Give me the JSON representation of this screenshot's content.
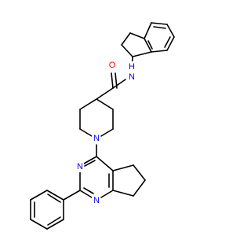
{
  "molecule": {
    "atom_labels": {
      "amide_oxygen": "O",
      "amide_nitrogen_h": "H",
      "amide_nitrogen": "N",
      "piperidine_nitrogen": "N",
      "pyrimidine_n3": "N",
      "pyrimidine_n1": "N"
    },
    "colors": {
      "bond": "#000000",
      "oxygen": "#ff0000",
      "nitrogen": "#0000ff",
      "background": "#ffffff"
    }
  }
}
